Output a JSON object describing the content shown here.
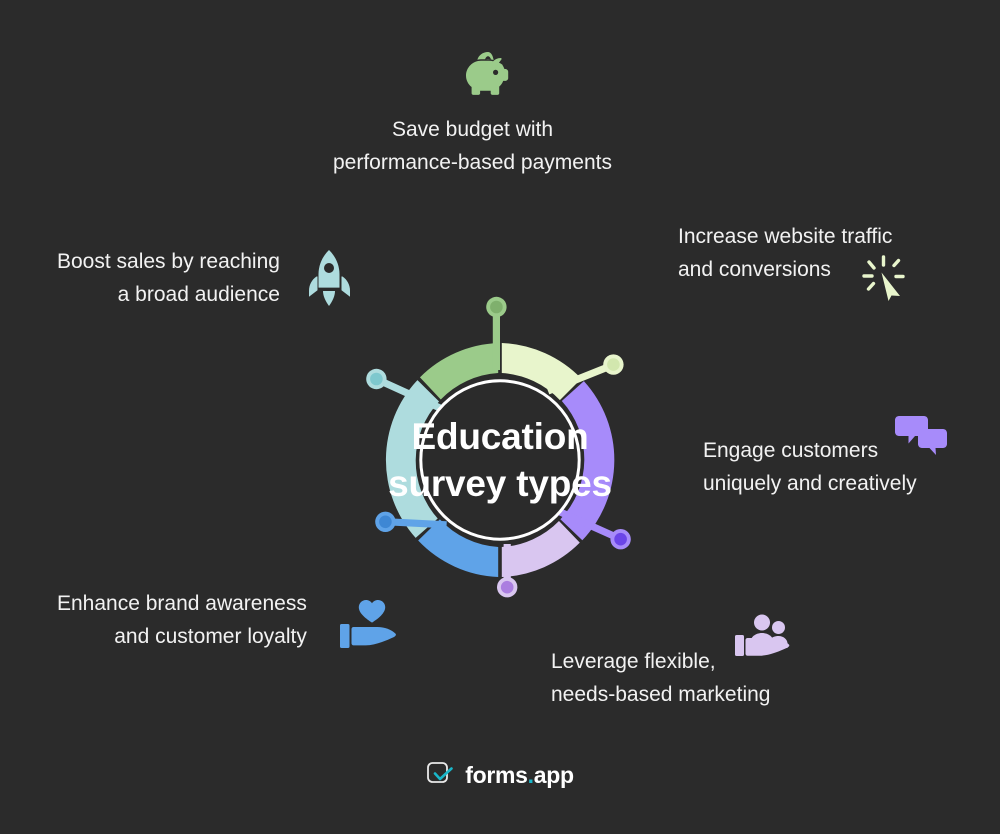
{
  "meta": {
    "background_color": "#2b2b2b",
    "text_color": "#f2f2f2",
    "hub_fill": "#2b2b2b",
    "hub_ring_color": "#ffffff"
  },
  "hub": {
    "line1": "Education",
    "line2": "survey types"
  },
  "segments": [
    {
      "id": "save-budget",
      "label_line1": "Save budget with",
      "label_line2": "performance-based payments",
      "icon": "piggy-bank-icon",
      "arc_color": "#9bcb8a",
      "dot_ring_color": "#9bcb8a",
      "dot_core_color": "#7fb06d",
      "connector_color": "#9bcb8a"
    },
    {
      "id": "increase-traffic",
      "label_line1": "Increase website traffic",
      "label_line2": "and conversions",
      "icon": "cursor-click-icon",
      "arc_color": "#e8f5cc",
      "dot_ring_color": "#e8f5cc",
      "dot_core_color": "#d2e7ae",
      "connector_color": "#e8f5cc"
    },
    {
      "id": "engage-customers",
      "label_line1": "Engage customers",
      "label_line2": "uniquely and creatively",
      "icon": "chat-bubbles-icon",
      "arc_color": "#a78bfa",
      "dot_ring_color": "#a78bfa",
      "dot_core_color": "#6b45e8",
      "connector_color": "#a78bfa"
    },
    {
      "id": "leverage-marketing",
      "label_line1": "Leverage flexible,",
      "label_line2": "needs-based marketing",
      "icon": "hand-people-icon",
      "arc_color": "#d9c6f0",
      "dot_ring_color": "#d9c6f0",
      "dot_core_color": "#ab7ee0",
      "connector_color": "#d9c6f0"
    },
    {
      "id": "brand-awareness",
      "label_line1": "Enhance brand awareness",
      "label_line2": "and customer loyalty",
      "icon": "hand-heart-icon",
      "arc_color": "#5fa3e8",
      "dot_ring_color": "#5fa3e8",
      "dot_core_color": "#3e87d4",
      "connector_color": "#5fa3e8"
    },
    {
      "id": "boost-sales",
      "label_line1": "Boost sales by reaching",
      "label_line2": "a broad audience",
      "icon": "rocket-icon",
      "arc_color": "#aedcde",
      "dot_ring_color": "#aedcde",
      "dot_core_color": "#7ec8ce",
      "connector_color": "#aedcde"
    }
  ],
  "footer": {
    "brand_name_part1": "forms",
    "brand_dot": ".",
    "brand_name_part2": "app",
    "mark_color": "#19b6c9",
    "mark_icon": "forms-app-check-icon"
  }
}
